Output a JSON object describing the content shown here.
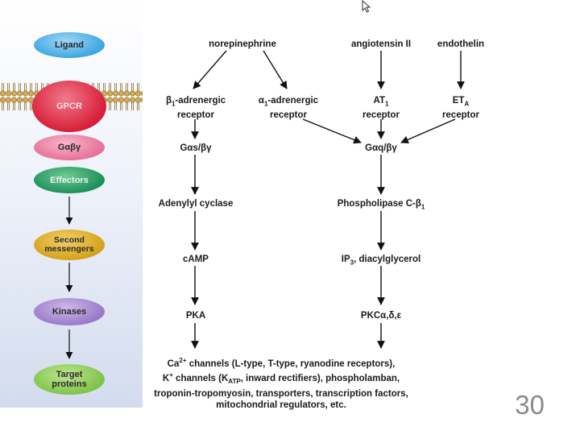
{
  "legend": {
    "ligand": "Ligand",
    "gpcr": "GPCR",
    "gabg": "Gαβγ",
    "effectors": "Effectors",
    "second_messengers": "Second messengers",
    "kinases": "Kinases",
    "target_proteins": "Target proteins"
  },
  "ligands": {
    "norepinephrine": "norepinephrine",
    "angiotensin": "angiotensin II",
    "endothelin": "endothelin"
  },
  "receptors": {
    "b1_prefix": "β",
    "b1_sub": "1",
    "b1_line1_rest": "-adrenergic",
    "a1_prefix": "α",
    "a1_sub": "1",
    "a1_line1_rest": "-adrenergic",
    "adrenergic_line2": "receptor",
    "at1_prefix": "AT",
    "at1_sub": "1",
    "eta_prefix": "ET",
    "eta_sub": "A",
    "receptor_word": "receptor"
  },
  "left_path": {
    "gprotein": "Gαs/βγ",
    "effector": "Adenylyl cyclase",
    "messenger": "cAMP",
    "kinase": "PKA"
  },
  "right_path": {
    "gprotein": "Gαq/βγ",
    "effector_prefix": "Phospholipase C-β",
    "effector_sub": "1",
    "messenger_prefix": "IP",
    "messenger_sub": "3",
    "messenger_rest": ", diacylglycerol",
    "kinase": "PKCα,δ,ε"
  },
  "targets": {
    "ca_prefix": "Ca",
    "ca_sup": "2+",
    "ca_rest": " channels (L-type, T-type, ryanodine receptors),",
    "k_prefix": "K",
    "k_sup": "+",
    "k_mid": " channels (K",
    "k_sub": "ATP",
    "k_rest": ", inward rectifiers), phospholamban,",
    "line3": "troponin-tropomyosin, transporters, transcription factors,",
    "line4": "mitochondrial regulators, etc."
  },
  "slide_number": "30",
  "colors": {
    "ligand": "#3fa7e0",
    "gpcr": "#d81e3a",
    "gabg": "#e8709a",
    "effectors": "#1f8f5a",
    "second_messengers": "#d4a21a",
    "kinases": "#9a7ac8",
    "target_proteins": "#7fc34a",
    "membrane": "#c9a25a"
  }
}
